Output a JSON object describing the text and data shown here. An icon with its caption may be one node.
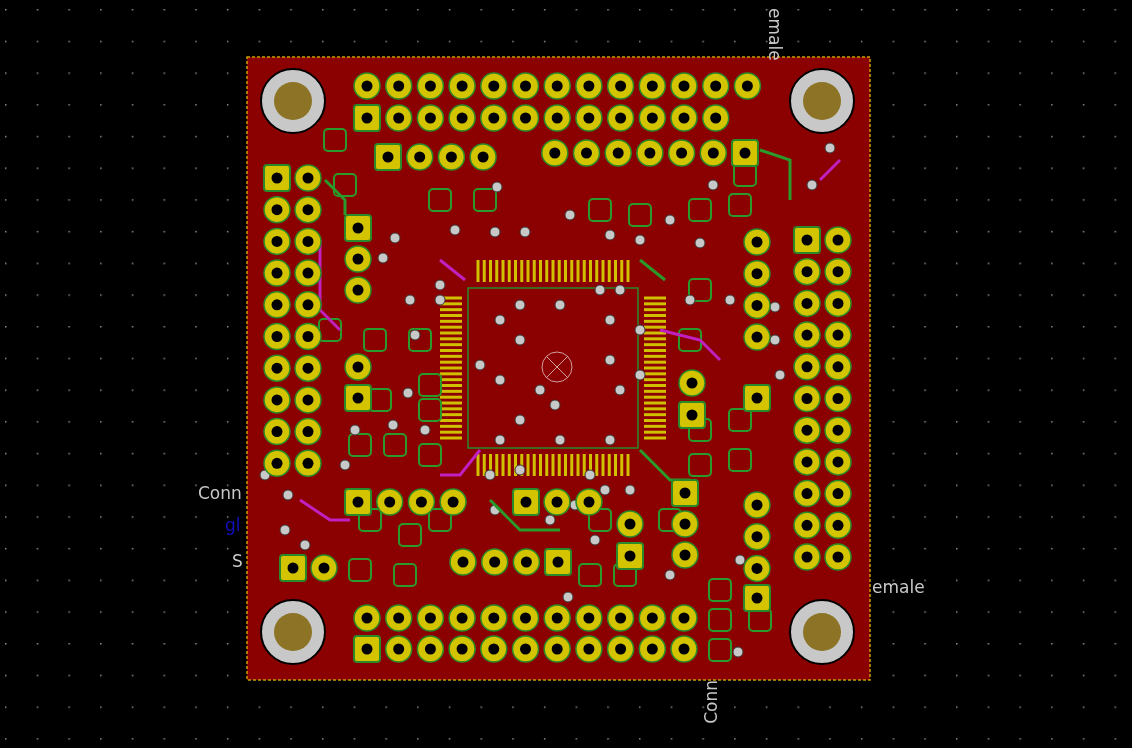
{
  "diagram": {
    "labels": [
      "emale",
      "Conn",
      "gl",
      "S",
      "emale",
      "Conn"
    ]
  }
}
